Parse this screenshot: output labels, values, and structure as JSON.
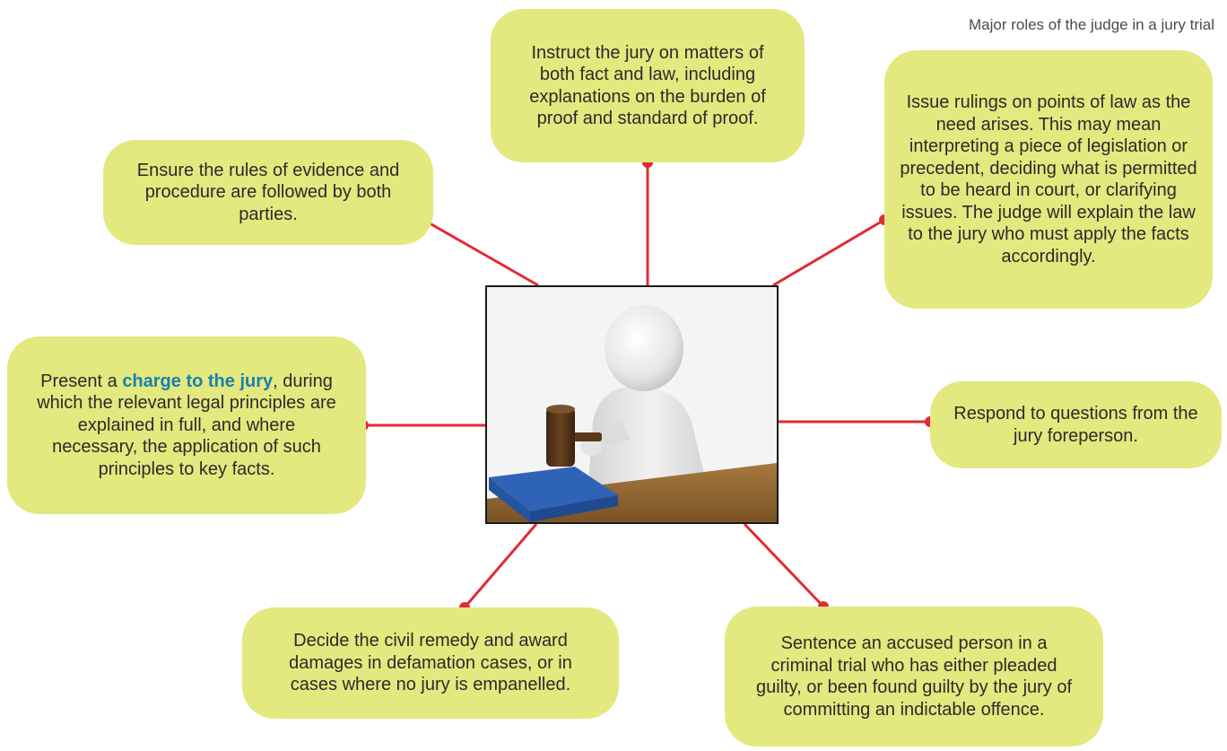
{
  "caption": "Major roles of the judge in a jury trial",
  "colors": {
    "bubble_fill": "#e3e87f",
    "connector": "#e02b36",
    "highlight_term": "#1a7fb0"
  },
  "roles": {
    "instruct": "Instruct the jury on matters of both fact and law, including explanations on the burden of proof and standard of proof.",
    "ensure": "Ensure the rules of evidence and procedure are followed by both parties.",
    "rulings": "Issue rulings on points of law as the need arises. This may mean interpreting a piece of legislation or precedent, deciding what is permitted to be heard in court, or clarifying issues. The judge will explain the law to the jury who must apply the facts accordingly.",
    "charge_prefix": "Present a ",
    "charge_term": "charge to the jury",
    "charge_suffix": ", during which the relevant legal principles are explained in full, and where necessary, the application of such principles to key facts.",
    "respond": "Respond to questions from the jury foreperson.",
    "decide": "Decide the civil remedy and award damages in defamation cases, or in cases where no jury is empanelled.",
    "sentence": "Sentence an accused person in a criminal trial who has either pleaded guilty, or been found guilty by the jury of committing an indictable offence."
  },
  "image": {
    "description_icon": "judge-figure-with-gavel"
  }
}
